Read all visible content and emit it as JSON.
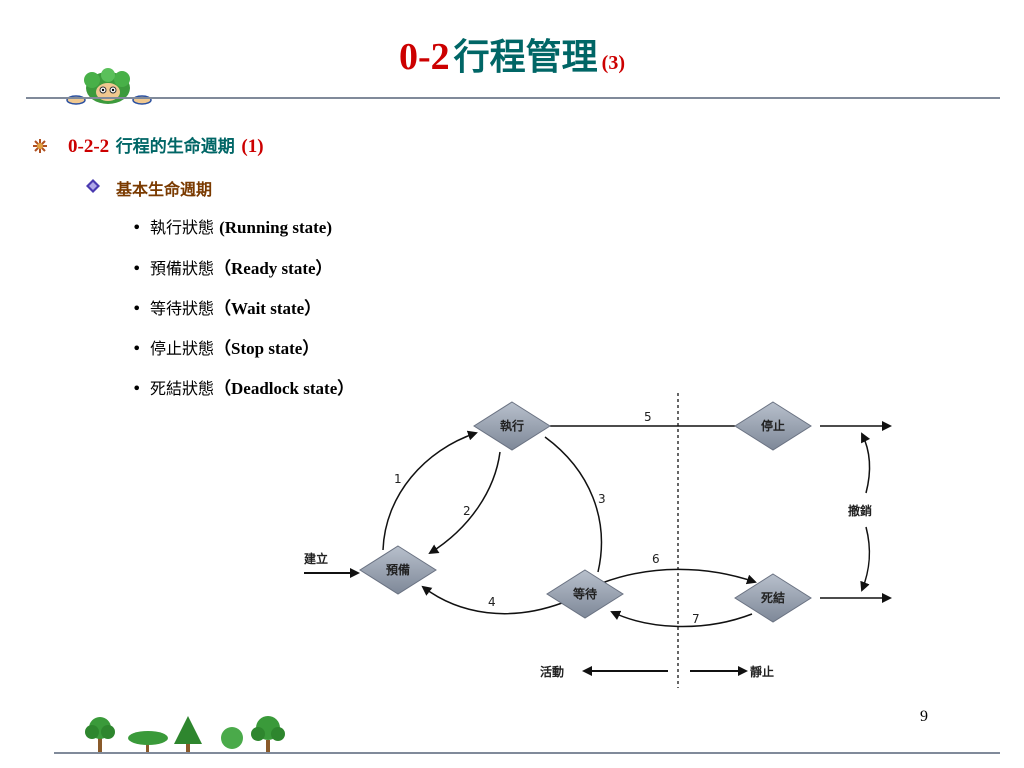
{
  "title": {
    "number": "0-2",
    "text": "行程管理",
    "sub": "(3)"
  },
  "section": {
    "number": "0-2-2",
    "text": "行程的生命週期",
    "sub": "(1)"
  },
  "subsection": "基本生命週期",
  "items": [
    {
      "zh": "執行狀態",
      "en": "(Running state)"
    },
    {
      "zh": "預備狀態",
      "en": "（Ready state）"
    },
    {
      "zh": "等待狀態",
      "en": "（Wait state）"
    },
    {
      "zh": "停止狀態",
      "en": "（Stop state）"
    },
    {
      "zh": "死結狀態",
      "en": "（Deadlock state）"
    }
  ],
  "diagram": {
    "nodes": {
      "run": "執行",
      "ready": "預備",
      "wait": "等待",
      "stop": "停止",
      "dead": "死結"
    },
    "create": "建立",
    "revoke": "撤銷",
    "edges": [
      "1",
      "2",
      "3",
      "4",
      "5",
      "6",
      "7"
    ],
    "active": "活動",
    "static": "靜止"
  },
  "page_number": "9",
  "colors": {
    "title_number": "#cc0000",
    "title_text": "#006666",
    "subsection": "#7a3a00",
    "node_fill": "#9aa4b4"
  }
}
